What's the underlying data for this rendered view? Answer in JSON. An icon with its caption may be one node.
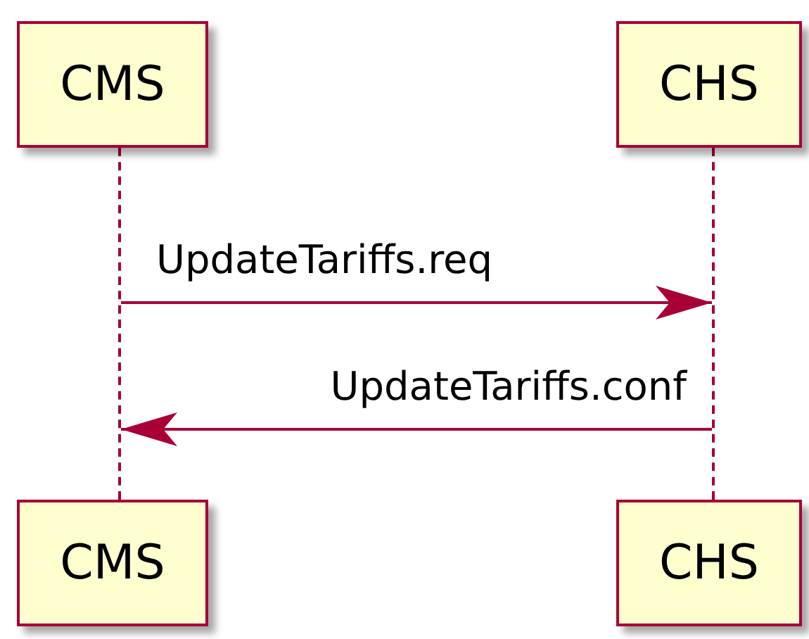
{
  "diagram": {
    "nodes": [
      {
        "text": [
          "CMS"
        ]
      },
      {
        "text": [
          "CHS"
        ]
      },
      {
        "text": [
          "CMS"
        ]
      },
      {
        "text": [
          "CHS"
        ]
      },
      {
        "text": [],
        "shape": "line"
      },
      {
        "text": [],
        "shape": "line"
      }
    ],
    "edges": [
      {
        "from": 4,
        "to": 5,
        "arrow": "to",
        "label": "UpdateTariffs.req"
      },
      {
        "from": 5,
        "to": 4,
        "arrow": "to",
        "label": "UpdateTariffs.conf"
      }
    ]
  }
}
